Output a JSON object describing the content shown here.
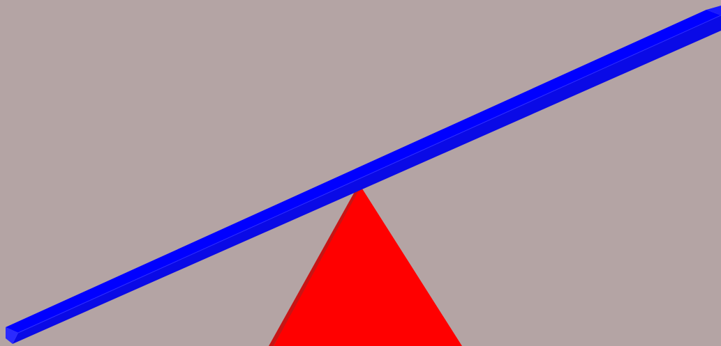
{
  "scene": {
    "background_color": "#b4a4a4",
    "fulcrum": {
      "shape": "triangle",
      "front_color": "#ff0000",
      "shaded_edge_color": "#c81414"
    },
    "plank": {
      "shape": "rectangular-beam",
      "top_color": "#0000ff",
      "front_color": "#0a0ae6",
      "end_color": "#2a2aff",
      "tilt": "rising-to-right"
    }
  }
}
